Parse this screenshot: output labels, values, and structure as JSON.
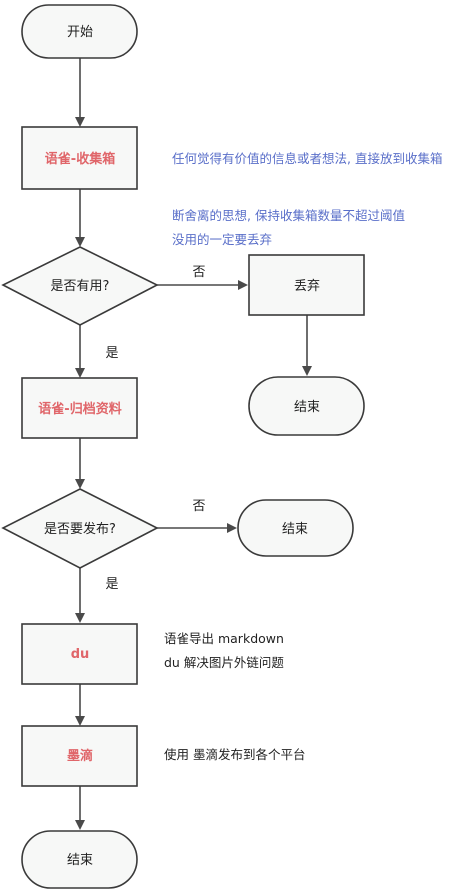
{
  "colors": {
    "highlight_text": "#e0666a",
    "note_blue": "#5a6fc9",
    "note_dark": "#222222",
    "node_fill": "#f7f8f7",
    "stroke": "#3a3a3a"
  },
  "nodes": {
    "start": "开始",
    "collect": "语雀-收集箱",
    "useful_q": "是否有用?",
    "discard": "丢弃",
    "end_discard": "结束",
    "archive": "语雀-归档资料",
    "publish_q": "是否要发布?",
    "end_nopublish": "结束",
    "du": "du",
    "modi": "墨滴",
    "end_final": "结束"
  },
  "edges": {
    "useful_no": "否",
    "useful_yes": "是",
    "publish_no": "否",
    "publish_yes": "是"
  },
  "notes": {
    "collect_1": "任何觉得有价值的信息或者想法, 直接放到收集箱",
    "collect_2": "断舍离的思想, 保持收集箱数量不超过阈值",
    "collect_3": "没用的一定要丢弃",
    "du_1": "语雀导出 markdown",
    "du_2": "du 解决图片外链问题",
    "modi_1": "使用 墨滴发布到各个平台"
  }
}
